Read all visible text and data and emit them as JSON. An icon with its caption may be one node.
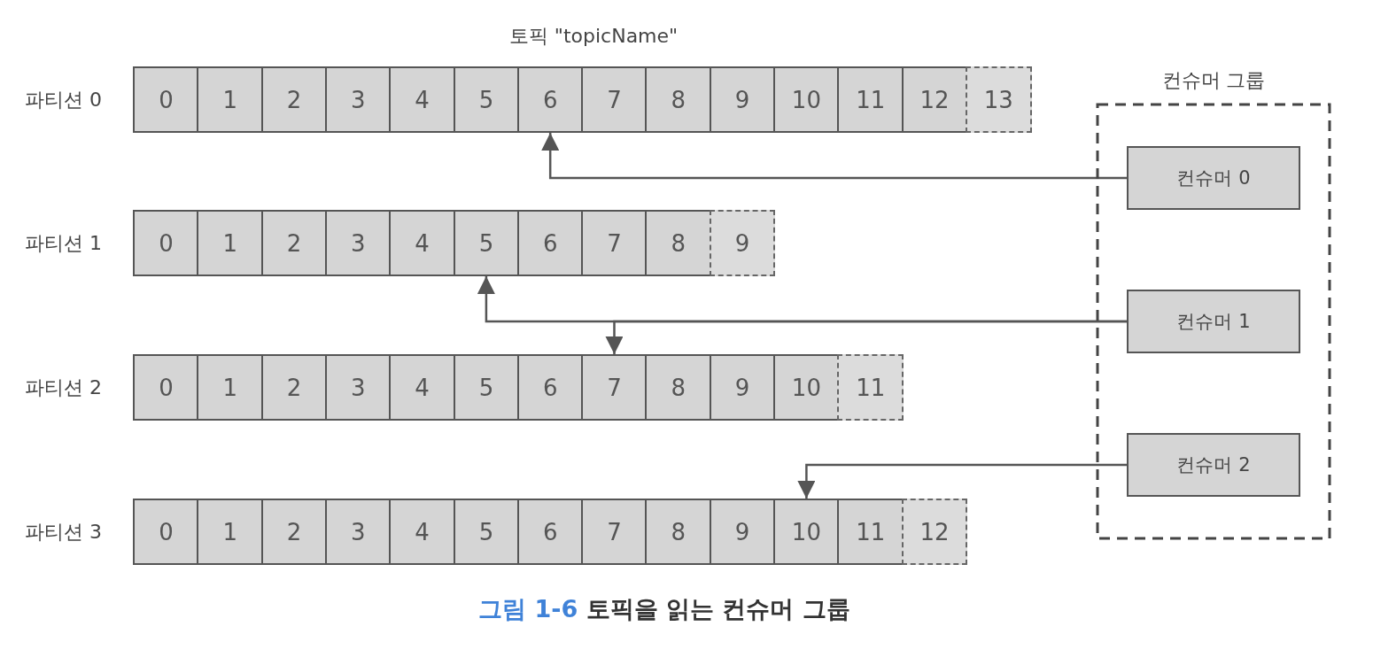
{
  "diagram": {
    "caption": "**그림 1-6** 토픽을 읽는 컨슈머 그룹",
    "nodes": [
      {
        "text": [
          "파티션 0"
        ]
      },
      {
        "text": [
          "0"
        ],
        "in": 0
      },
      {
        "text": [
          "1"
        ],
        "in": 0
      },
      {
        "text": [
          "2"
        ],
        "in": 0
      },
      {
        "text": [
          "3"
        ],
        "in": 0
      },
      {
        "text": [
          "4"
        ],
        "in": 0
      },
      {
        "text": [
          "5"
        ],
        "in": 0
      },
      {
        "text": [
          "6"
        ],
        "in": 0
      },
      {
        "text": [
          "7"
        ],
        "in": 0
      },
      {
        "text": [
          "8"
        ],
        "in": 0
      },
      {
        "text": [
          "9"
        ],
        "in": 0
      },
      {
        "text": [
          "10"
        ],
        "in": 0
      },
      {
        "text": [
          "11"
        ],
        "in": 0
      },
      {
        "text": [
          "12"
        ],
        "in": 0
      },
      {
        "text": [
          "13"
        ],
        "in": 0
      },
      {
        "text": [
          "파티션 1"
        ]
      },
      {
        "text": [
          "0"
        ],
        "in": 15
      },
      {
        "text": [
          "1"
        ],
        "in": 15
      },
      {
        "text": [
          "2"
        ],
        "in": 15
      },
      {
        "text": [
          "3"
        ],
        "in": 15
      },
      {
        "text": [
          "4"
        ],
        "in": 15
      },
      {
        "text": [
          "5"
        ],
        "in": 15
      },
      {
        "text": [
          "6"
        ],
        "in": 15
      },
      {
        "text": [
          "7"
        ],
        "in": 15
      },
      {
        "text": [
          "8"
        ],
        "in": 15
      },
      {
        "text": [
          "9"
        ],
        "in": 15
      },
      {
        "text": [
          "파티션 2"
        ]
      },
      {
        "text": [
          "0"
        ],
        "in": 26
      },
      {
        "text": [
          "1"
        ],
        "in": 26
      },
      {
        "text": [
          "2"
        ],
        "in": 26
      },
      {
        "text": [
          "3"
        ],
        "in": 26
      },
      {
        "text": [
          "4"
        ],
        "in": 26
      },
      {
        "text": [
          "5"
        ],
        "in": 26
      },
      {
        "text": [
          "6"
        ],
        "in": 26
      },
      {
        "text": [
          "7"
        ],
        "in": 26
      },
      {
        "text": [
          "8"
        ],
        "in": 26
      },
      {
        "text": [
          "9"
        ],
        "in": 26
      },
      {
        "text": [
          "10"
        ],
        "in": 26
      },
      {
        "text": [
          "11"
        ],
        "in": 26
      },
      {
        "text": [
          "파티션 3"
        ]
      },
      {
        "text": [
          "0"
        ],
        "in": 39
      },
      {
        "text": [
          "1"
        ],
        "in": 39
      },
      {
        "text": [
          "2"
        ],
        "in": 39
      },
      {
        "text": [
          "3"
        ],
        "in": 39
      },
      {
        "text": [
          "4"
        ],
        "in": 39
      },
      {
        "text": [
          "5"
        ],
        "in": 39
      },
      {
        "text": [
          "6"
        ],
        "in": 39
      },
      {
        "text": [
          "7"
        ],
        "in": 39
      },
      {
        "text": [
          "8"
        ],
        "in": 39
      },
      {
        "text": [
          "9"
        ],
        "in": 39
      },
      {
        "text": [
          "10"
        ],
        "in": 39
      },
      {
        "text": [
          "11"
        ],
        "in": 39
      },
      {
        "text": [
          "12"
        ],
        "in": 39
      },
      {
        "text": [
          "컨슈머 그룹"
        ]
      },
      {
        "text": [
          "컨슈머 0"
        ],
        "in": 53
      },
      {
        "text": [
          "컨슈머 1"
        ],
        "in": 53
      },
      {
        "text": [
          "컨슈머 2"
        ],
        "in": 53
      }
    ],
    "edges": [
      {
        "from": 54,
        "to": 7,
        "arrow": "to"
      },
      {
        "from": 55,
        "to": 21,
        "arrow": "to"
      },
      {
        "from": 55,
        "to": 34,
        "arrow": "to"
      },
      {
        "from": 56,
        "to": 50,
        "arrow": "to"
      }
    ],
    "labels": [
      "토픽 \"topicName\""
    ]
  }
}
